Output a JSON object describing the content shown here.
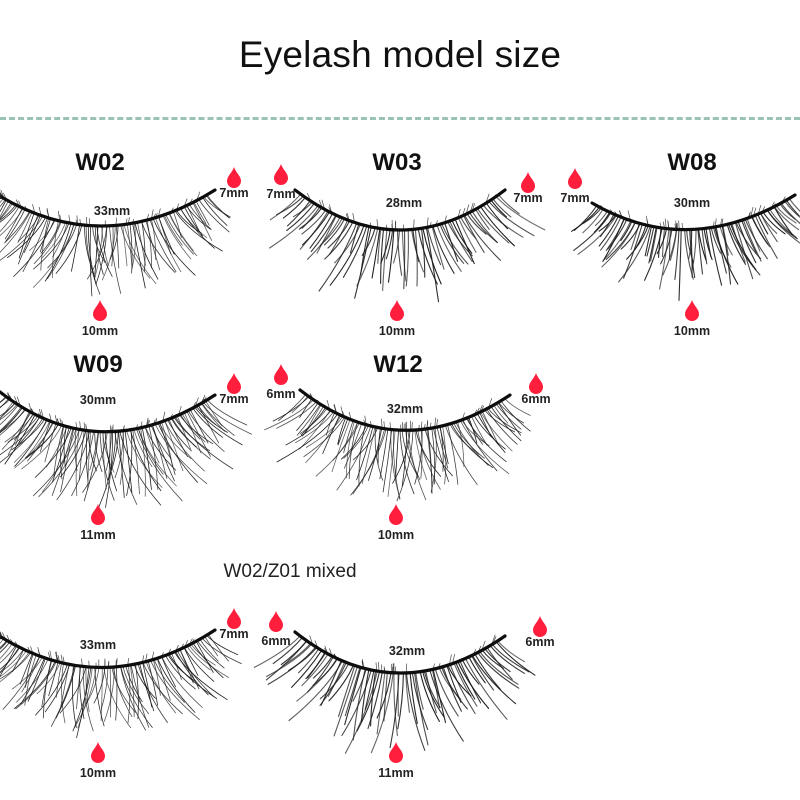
{
  "page": {
    "title": "Eyelash model size",
    "group_caption": "W02/Z01 mixed"
  },
  "colors": {
    "divider": "#9cc2b5",
    "drop": "#ff1f3d",
    "lash": "#111111"
  },
  "lashes": [
    {
      "id": "w02",
      "model": "W02",
      "width": "33mm",
      "left_len": "7mm",
      "right_len": "7mm",
      "center_len": "10mm"
    },
    {
      "id": "w03",
      "model": "W03",
      "width": "28mm",
      "left_len": "7mm",
      "right_len": "7mm",
      "center_len": "10mm"
    },
    {
      "id": "w08",
      "model": "W08",
      "width": "30mm",
      "left_len": "7mm",
      "right_len": "",
      "center_len": "10mm"
    },
    {
      "id": "w09",
      "model": "W09",
      "width": "30mm",
      "left_len": "",
      "right_len": "7mm",
      "center_len": "11mm"
    },
    {
      "id": "w12",
      "model": "W12",
      "width": "32mm",
      "left_len": "6mm",
      "right_len": "6mm",
      "center_len": "10mm"
    },
    {
      "id": "mix-w02",
      "model": "",
      "width": "33mm",
      "left_len": "",
      "right_len": "7mm",
      "center_len": "10mm"
    },
    {
      "id": "mix-z01",
      "model": "",
      "width": "32mm",
      "left_len": "6mm",
      "right_len": "6mm",
      "center_len": "11mm"
    }
  ]
}
